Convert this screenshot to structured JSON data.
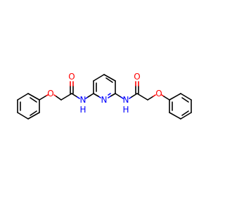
{
  "molecule": {
    "colors": {
      "bond": "#000000",
      "oxygen": "#ff0000",
      "nitrogen": "#0000ff"
    },
    "labels": {
      "ring_n": "N",
      "amide_o_left": "O",
      "amide_o_right": "O",
      "amide_n_left": "N",
      "amide_h_left": "H",
      "amide_n_right": "N",
      "amide_h_right": "H",
      "ether_o_left": "O",
      "ether_o_right": "O"
    }
  }
}
